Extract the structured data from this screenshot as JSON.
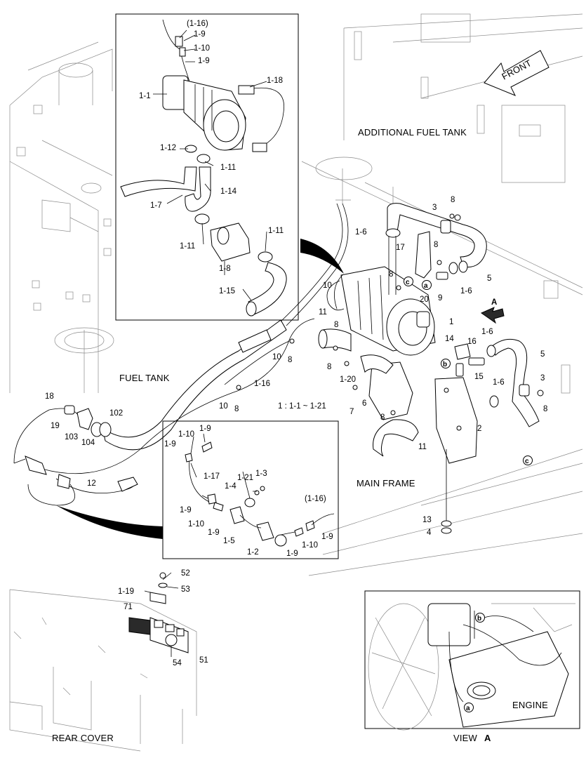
{
  "titles": {
    "additional_fuel_tank": "ADDITIONAL FUEL TANK",
    "front": "FRONT",
    "fuel_tank": "FUEL TANK",
    "main_frame": "MAIN FRAME",
    "rear_cover": "REAR COVER",
    "engine": "ENGINE",
    "view_a_prefix": "VIEW",
    "view_a_letter": "A",
    "arrow_a": "A",
    "range_note": "1 : 1-1 ~ 1-21"
  },
  "circle_markers": {
    "a": "a",
    "b": "b",
    "c": "c"
  },
  "callouts": [
    {
      "id": "c01",
      "text": "(1-16)"
    },
    {
      "id": "c02",
      "text": "1-9"
    },
    {
      "id": "c03",
      "text": "1-10"
    },
    {
      "id": "c04",
      "text": "1-9"
    },
    {
      "id": "c05",
      "text": "1-18"
    },
    {
      "id": "c06",
      "text": "1-1"
    },
    {
      "id": "c07",
      "text": "1-12"
    },
    {
      "id": "c08",
      "text": "1-11"
    },
    {
      "id": "c09",
      "text": "1-7"
    },
    {
      "id": "c10",
      "text": "1-14"
    },
    {
      "id": "c11",
      "text": "1-11"
    },
    {
      "id": "c12",
      "text": "1-11"
    },
    {
      "id": "c13",
      "text": "1-8"
    },
    {
      "id": "c14",
      "text": "1-15"
    },
    {
      "id": "c15",
      "text": "8"
    },
    {
      "id": "c16",
      "text": "3"
    },
    {
      "id": "c17",
      "text": "1-6"
    },
    {
      "id": "c18",
      "text": "17"
    },
    {
      "id": "c19",
      "text": "8"
    },
    {
      "id": "c20",
      "text": "8"
    },
    {
      "id": "c21",
      "text": "9"
    },
    {
      "id": "c22",
      "text": "1-6"
    },
    {
      "id": "c23",
      "text": "5"
    },
    {
      "id": "c24",
      "text": "10"
    },
    {
      "id": "c25",
      "text": "20"
    },
    {
      "id": "c26",
      "text": "11"
    },
    {
      "id": "c27",
      "text": "8"
    },
    {
      "id": "c28",
      "text": "1"
    },
    {
      "id": "c29",
      "text": "1-6"
    },
    {
      "id": "c30",
      "text": "5"
    },
    {
      "id": "c31",
      "text": "14"
    },
    {
      "id": "c32",
      "text": "16"
    },
    {
      "id": "c33",
      "text": "15"
    },
    {
      "id": "c34",
      "text": "8"
    },
    {
      "id": "c35",
      "text": "10"
    },
    {
      "id": "c36",
      "text": "8"
    },
    {
      "id": "c37",
      "text": "1-20"
    },
    {
      "id": "c38",
      "text": "6"
    },
    {
      "id": "c39",
      "text": "7"
    },
    {
      "id": "c40",
      "text": "1-16"
    },
    {
      "id": "c41",
      "text": "10"
    },
    {
      "id": "c42",
      "text": "8"
    },
    {
      "id": "c43",
      "text": "3"
    },
    {
      "id": "c44",
      "text": "1-6"
    },
    {
      "id": "c45",
      "text": "8"
    },
    {
      "id": "c46",
      "text": "2"
    },
    {
      "id": "c47",
      "text": "8"
    },
    {
      "id": "c48",
      "text": "11"
    },
    {
      "id": "c49",
      "text": "18"
    },
    {
      "id": "c50",
      "text": "102"
    },
    {
      "id": "c51",
      "text": "19"
    },
    {
      "id": "c52",
      "text": "103"
    },
    {
      "id": "c53",
      "text": "104"
    },
    {
      "id": "c54",
      "text": "12"
    },
    {
      "id": "c55",
      "text": "1-10"
    },
    {
      "id": "c56",
      "text": "1-9"
    },
    {
      "id": "c57",
      "text": "1-9"
    },
    {
      "id": "c58",
      "text": "1-17"
    },
    {
      "id": "c59",
      "text": "1-21"
    },
    {
      "id": "c60",
      "text": "1-3"
    },
    {
      "id": "c61",
      "text": "1-4"
    },
    {
      "id": "c62",
      "text": "1-9"
    },
    {
      "id": "c63",
      "text": "1-10"
    },
    {
      "id": "c64",
      "text": "1-9"
    },
    {
      "id": "c65",
      "text": "1-5"
    },
    {
      "id": "c66",
      "text": "1-2"
    },
    {
      "id": "c67",
      "text": "(1-16)"
    },
    {
      "id": "c68",
      "text": "1-9"
    },
    {
      "id": "c69",
      "text": "1-10"
    },
    {
      "id": "c70",
      "text": "1-9"
    },
    {
      "id": "c71",
      "text": "13"
    },
    {
      "id": "c72",
      "text": "4"
    },
    {
      "id": "c73",
      "text": "52"
    },
    {
      "id": "c74",
      "text": "53"
    },
    {
      "id": "c75",
      "text": "1-19"
    },
    {
      "id": "c76",
      "text": "71"
    },
    {
      "id": "c77",
      "text": "54"
    },
    {
      "id": "c78",
      "text": "51"
    }
  ]
}
